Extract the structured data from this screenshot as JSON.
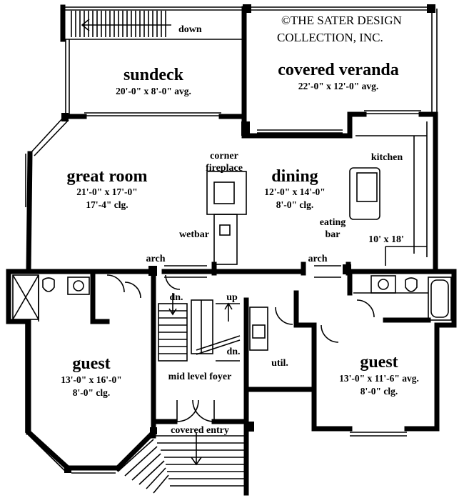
{
  "copyright": [
    "©THE SATER DESIGN",
    "COLLECTION, INC."
  ],
  "rooms": {
    "sundeck": {
      "name": "sundeck",
      "dims": "20'-0\" x 8'-0\" avg."
    },
    "veranda": {
      "name": "covered veranda",
      "dims": "22'-0\" x 12'-0\" avg."
    },
    "great_room": {
      "name": "great room",
      "dims": "21'-0\" x 17'-0\"",
      "clg": "17'-4\" clg."
    },
    "dining": {
      "name": "dining",
      "dims": "12'-0\" x 14'-0\"",
      "clg": "8'-0\" clg."
    },
    "kitchen": {
      "name": "kitchen",
      "dims": "10' x 18'"
    },
    "guest_left": {
      "name": "guest",
      "dims": "13'-0\" x 16'-0\"",
      "clg": "8'-0\" clg."
    },
    "guest_right": {
      "name": "guest",
      "dims": "13'-0\" x 11'-6\" avg.",
      "clg": "8'-0\" clg."
    }
  },
  "labels": {
    "down": "down",
    "corner_fireplace": [
      "corner",
      "fireplace"
    ],
    "eating_bar": [
      "eating",
      "bar"
    ],
    "wetbar": "wetbar",
    "arch": "arch",
    "dn": "dn.",
    "up": "up",
    "util": "util.",
    "mid_level_foyer": "mid level foyer",
    "covered_entry": "covered entry"
  }
}
